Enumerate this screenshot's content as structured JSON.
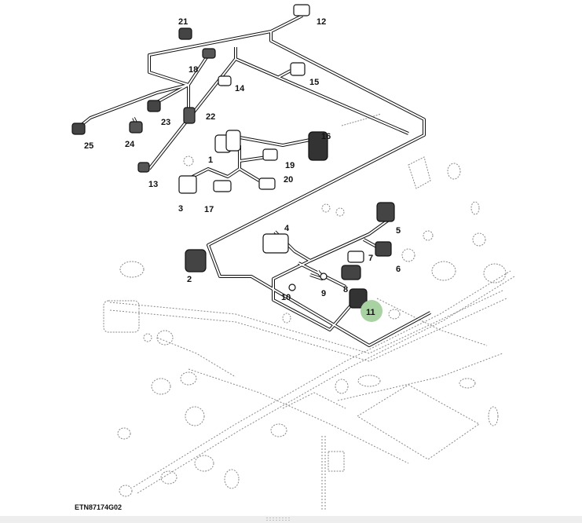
{
  "figure_code": "ETN87174G02",
  "highlight_color": "#a9d2a3",
  "highlighted_callout": "11",
  "callouts": [
    {
      "id": "1",
      "label": "1"
    },
    {
      "id": "2",
      "label": "2"
    },
    {
      "id": "3",
      "label": "3"
    },
    {
      "id": "4",
      "label": "4"
    },
    {
      "id": "5",
      "label": "5"
    },
    {
      "id": "6",
      "label": "6"
    },
    {
      "id": "7",
      "label": "7"
    },
    {
      "id": "8",
      "label": "8"
    },
    {
      "id": "9",
      "label": "9"
    },
    {
      "id": "10",
      "label": "10"
    },
    {
      "id": "11",
      "label": "11"
    },
    {
      "id": "12",
      "label": "12"
    },
    {
      "id": "13",
      "label": "13"
    },
    {
      "id": "14",
      "label": "14"
    },
    {
      "id": "15",
      "label": "15"
    },
    {
      "id": "16",
      "label": "16"
    },
    {
      "id": "17",
      "label": "17"
    },
    {
      "id": "18",
      "label": "18"
    },
    {
      "id": "19",
      "label": "19"
    },
    {
      "id": "20",
      "label": "20"
    },
    {
      "id": "21",
      "label": "21"
    },
    {
      "id": "22",
      "label": "22"
    },
    {
      "id": "23",
      "label": "23"
    },
    {
      "id": "24",
      "label": "24"
    },
    {
      "id": "25",
      "label": "25"
    }
  ]
}
